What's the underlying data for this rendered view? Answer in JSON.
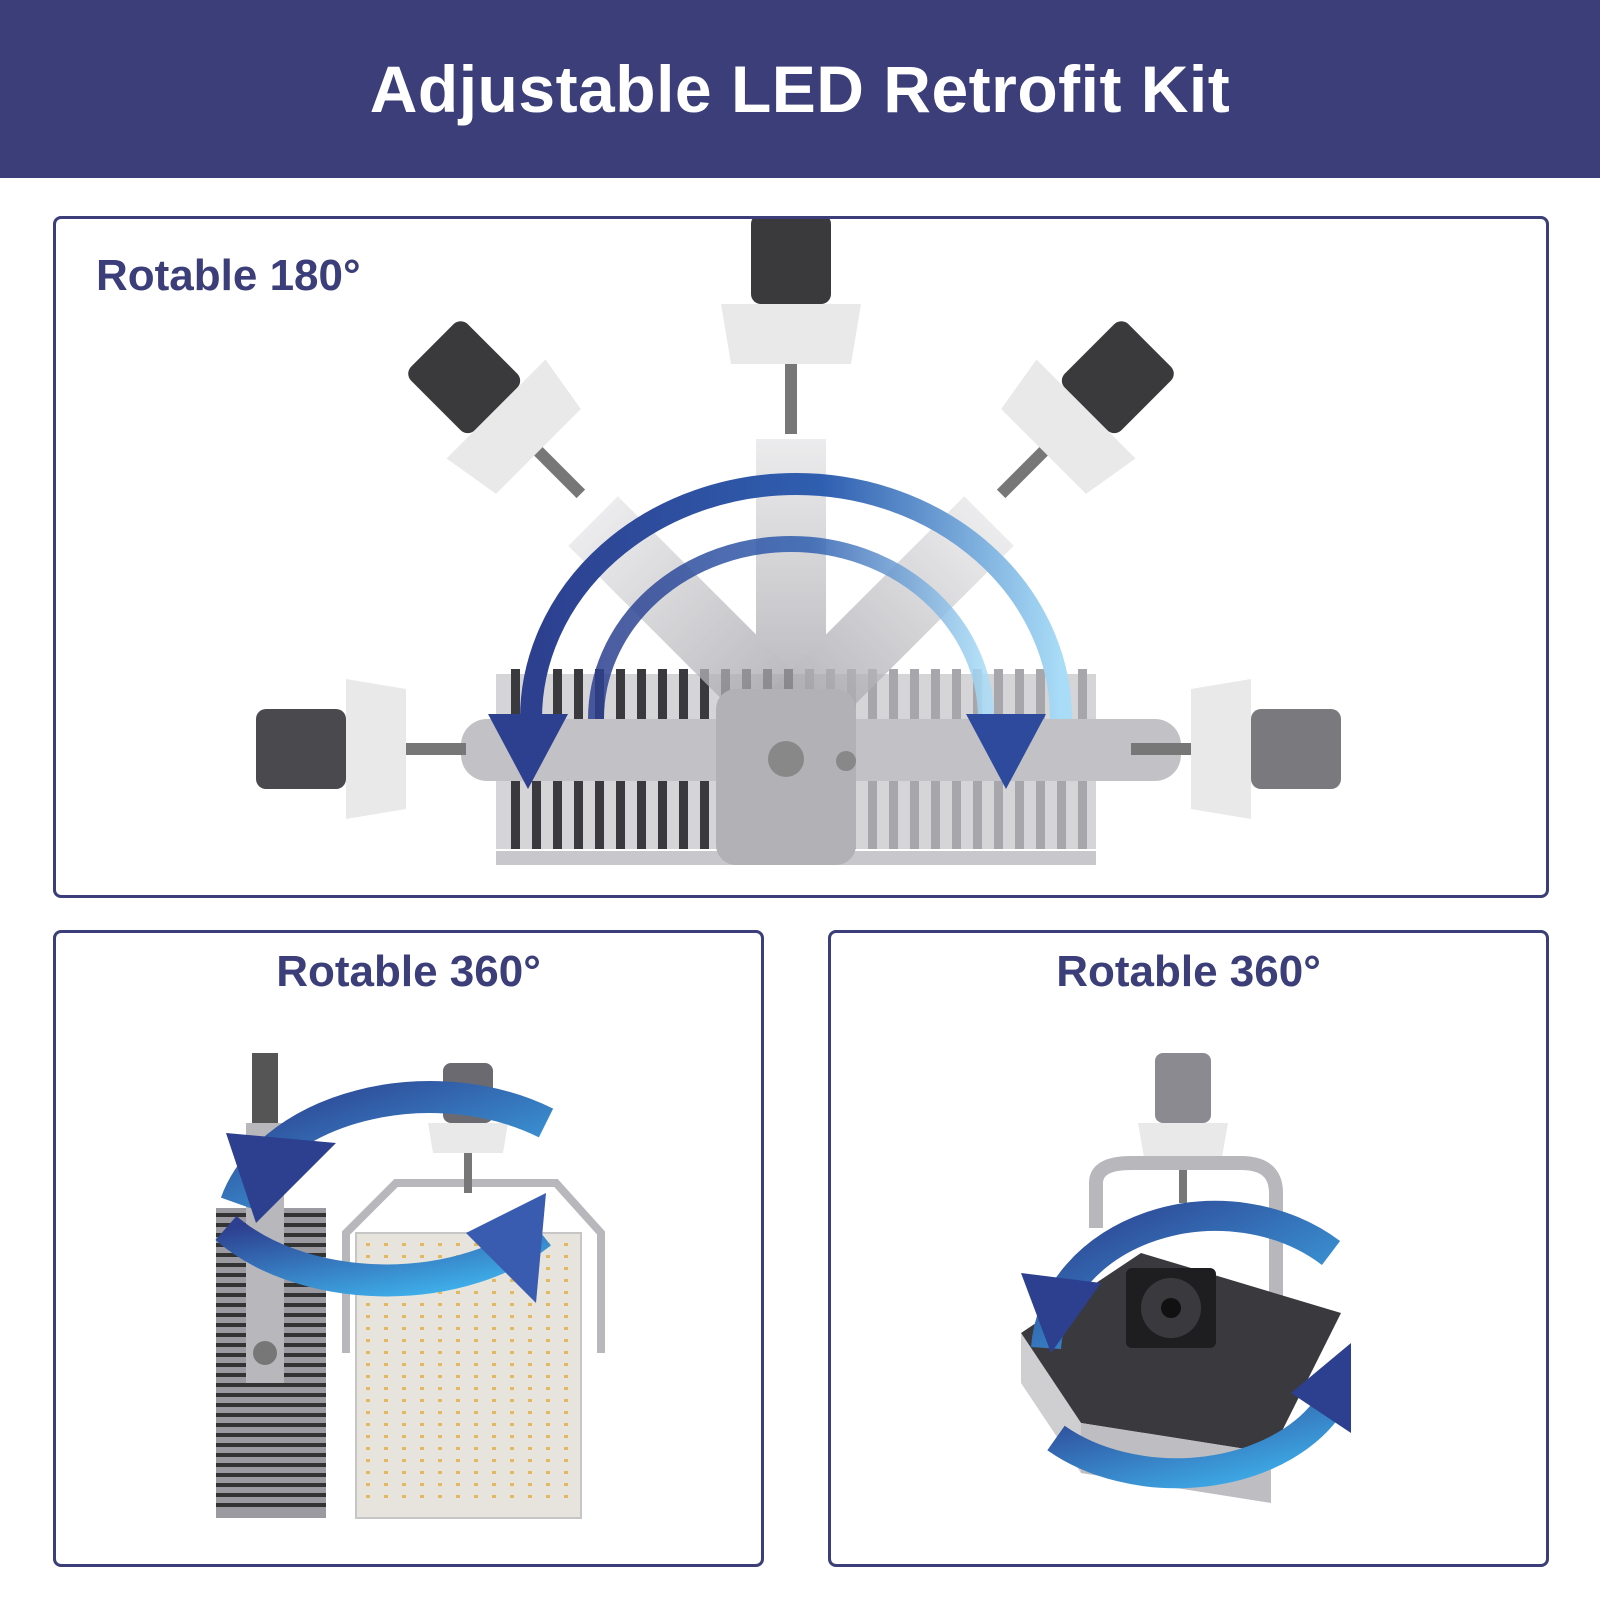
{
  "header": {
    "title": "Adjustable LED Retrofit Kit"
  },
  "panels": [
    {
      "title": "Rotable 180°",
      "rotation_degrees": 180
    },
    {
      "title": "Rotable 360°",
      "rotation_degrees": 360
    },
    {
      "title": "Rotable 360°",
      "rotation_degrees": 360
    }
  ],
  "colors": {
    "brand_navy": "#3b3e78",
    "arrow_dark": "#2d3f8f",
    "arrow_light": "#3fb4ee",
    "metal": "#b8b8bc",
    "heatsink": "#2a2a2e"
  },
  "icons": [
    "e39-mogul-socket-icon",
    "rotate-arrow-icon",
    "heatsink-fins-icon",
    "mounting-bracket-icon",
    "cooling-fan-icon",
    "led-board-icon"
  ]
}
